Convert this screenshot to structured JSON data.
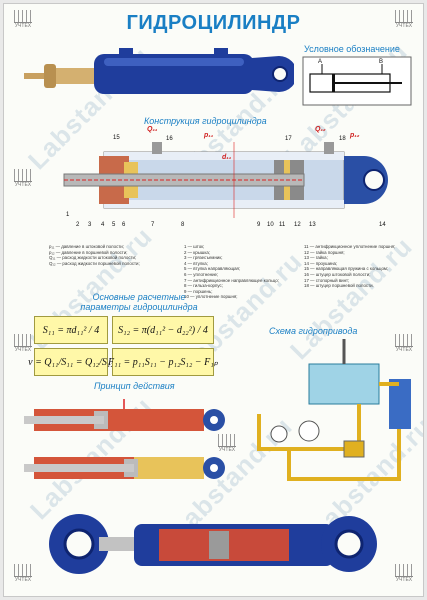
{
  "title": "ГИДРОЦИЛИНДР",
  "sections": {
    "symbol": "Условное обозначение",
    "construction": "Конструкция гидроцилиндра",
    "params": "Основные расчетные параметры гидроцилиндра",
    "scheme": "Схема гидропривода",
    "principle": "Принцип действия"
  },
  "watermark": "Labstand.ru",
  "logo_text": "УЧТЕХ",
  "symbol_labels": {
    "a": "A",
    "b": "B"
  },
  "pressure_labels": {
    "q1": "Q₁₁",
    "p1": "p₁₁",
    "q2": "Q₁₂",
    "p2": "p₁₂",
    "d": "d₁₁"
  },
  "part_numbers": [
    "15",
    "16",
    "17",
    "18",
    "1",
    "2",
    "3",
    "4",
    "5",
    "6",
    "7",
    "8",
    "9",
    "10",
    "11",
    "12",
    "13",
    "14"
  ],
  "legend_left": "p₁₁ — давление в штоковой полости;\np₁₂ — давление в поршневой полости;\nQ₁₁ — расход жидкости штоковой полости;\nQ₁₂ — расход жидкости поршневой полости;",
  "legend_mid": "1 — шток;\n2 — крышка;\n3 — грязесъемник;\n4 — втулка;\n5 — втулка направляющая;\n6 — уплотнение;\n7 — антифрикционное направляющее кольцо;\n8 — гильза-корпус;\n9 — поршень;\n10 — уплотнение поршня;",
  "legend_right": "11 — антифрикционное уплотнение поршня;\n12 — гайка поршня;\n13 — гайка;\n14 — проушина;\n15 — направляющая пружина с кольцом;\n16 — штуцер штоковой полости;\n17 — стопорный винт;\n18 — штуцер поршневой полости.",
  "formulas": {
    "s1": "S₁₁ = πd₁₁² / 4",
    "s2": "S₁₂ = π(d₁₁² − d₂₂²) / 4",
    "v": "v = Q₁₁/S₁₁ = Q₁₂/S₁₂",
    "f": "F₁₁ = p₁₁S₁₁ − p₁₂S₁₂ − F₁ₚ"
  },
  "colors": {
    "accent": "#1a7fc4",
    "cylinder": "#1f3d9c",
    "formula_bg": "#fff8a8",
    "oil": "#f2cf3a",
    "red": "#d22"
  }
}
